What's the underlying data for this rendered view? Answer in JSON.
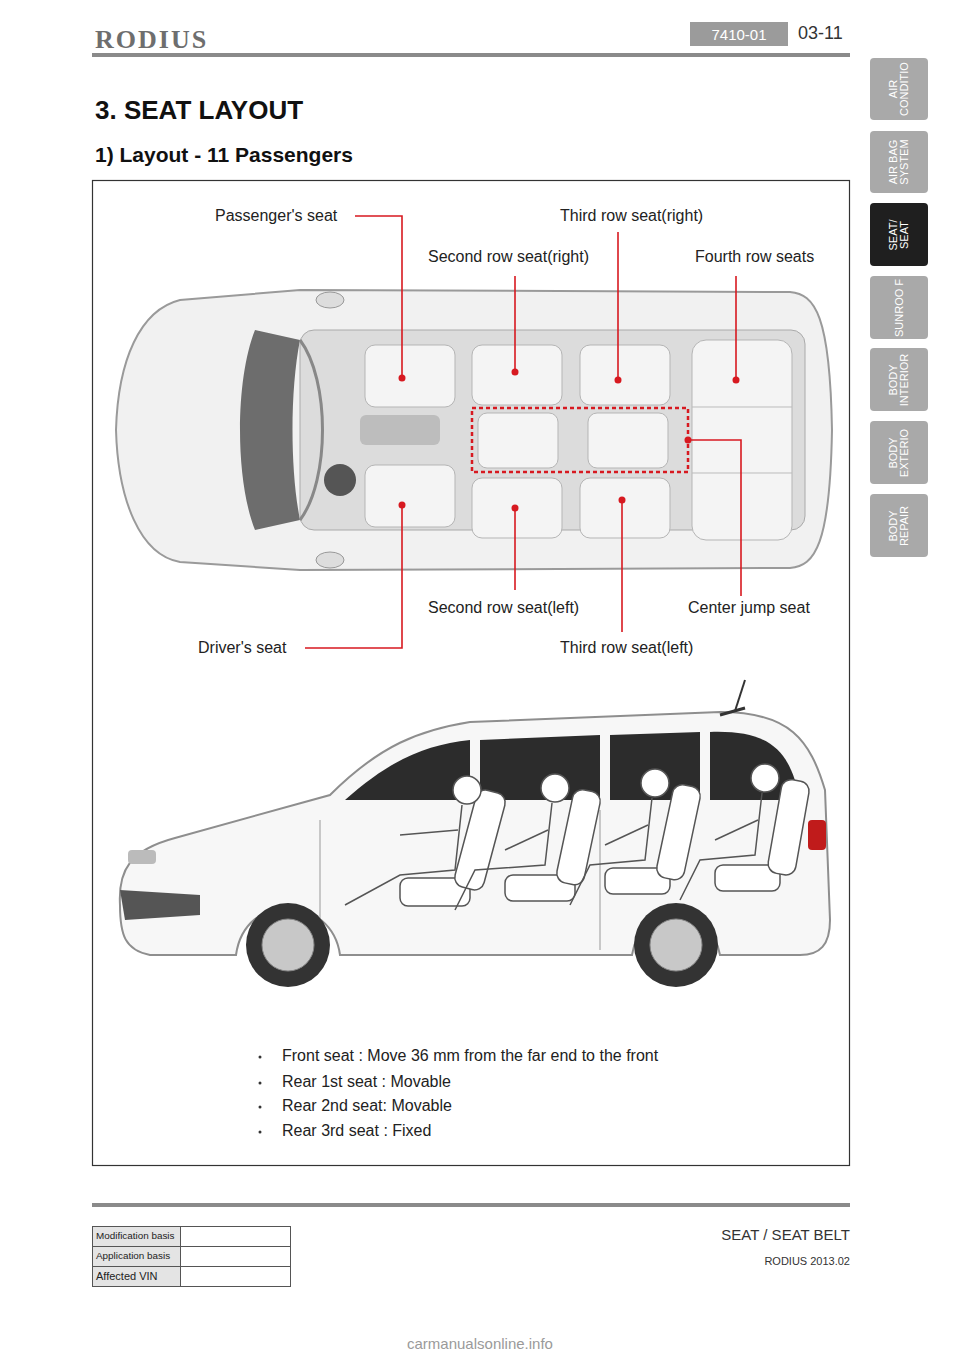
{
  "diagram": {
    "title": "3. SEAT LAYOUT",
    "nodes": [
      {
        "text": [
          "7410-01"
        ]
      },
      {
        "text": [
          "AIR CONDITIO"
        ]
      },
      {
        "text": [
          "AIR BAG SYSTEM"
        ]
      },
      {
        "text": [
          "SEAT/ SEAT"
        ]
      },
      {
        "text": [
          "SUNROO F"
        ]
      },
      {
        "text": [
          "BODY INTERIOR"
        ]
      },
      {
        "text": [
          "BODY EXTERIO"
        ]
      },
      {
        "text": [
          "BODY REPAIR"
        ]
      }
    ],
    "labels": [
      "RODIUS",
      "03-11",
      "1) Layout - 11 Passengers",
      "Passenger's seat",
      "Third row seat(right)",
      "Second row seat(right)",
      "Fourth row seats",
      "Second row seat(left)",
      "Center jump seat",
      "Driver's seat",
      "Third row seat(left)",
      "Front seat : Move 36 mm from the far end to the front",
      "Rear 1st seat : Movable",
      "Rear 2nd seat: Movable",
      "Rear 3rd seat : Fixed",
      "Modification basis",
      "Application basis",
      "Affected VIN",
      "SEAT / SEAT BELT",
      "RODIUS 2013.02",
      "carmanualsonline.info"
    ]
  }
}
